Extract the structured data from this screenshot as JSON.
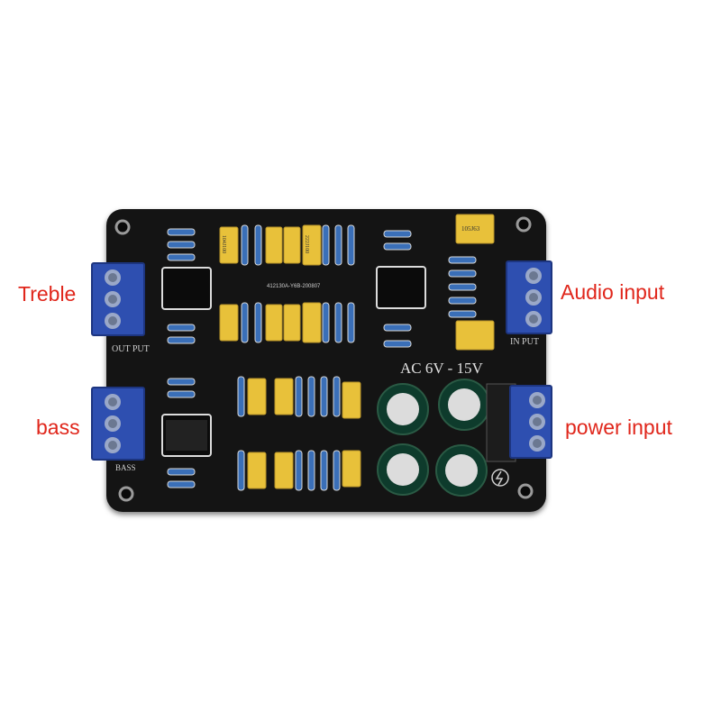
{
  "callouts": {
    "treble": "Treble",
    "bass": "bass",
    "audio_input": "Audio input",
    "power_input": "power input"
  },
  "silkscreen": {
    "out_put": "OUT PUT",
    "in_put": "IN PUT",
    "bass": "BASS",
    "voltage": "AC 6V - 15V",
    "board_code": "412130A-Y6B-200807",
    "cap_code_104": "104J100",
    "cap_code_222": "222J100",
    "cap_code_105": "105J63"
  },
  "colors": {
    "board": "#141414",
    "terminal": "#2e4fb0",
    "capacitor": "#e8c13a",
    "callout_text": "#e0261b"
  }
}
